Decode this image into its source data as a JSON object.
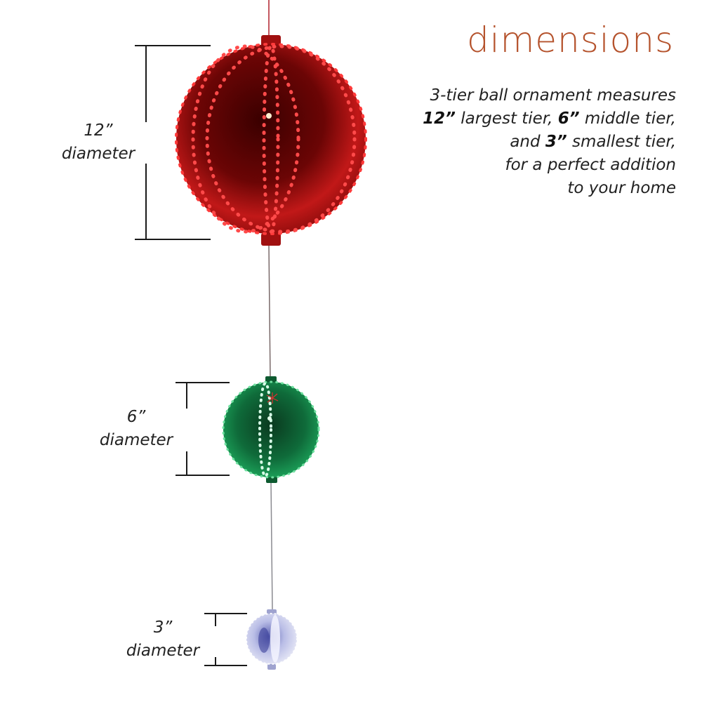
{
  "header": {
    "title": "dimensions",
    "title_color": "#b5532d"
  },
  "description": {
    "line1": "3-tier ball ornament measures",
    "line2": {
      "bold1": "12”",
      "text1": " largest tier, ",
      "bold2": "6”",
      "text2": " middle tier,"
    },
    "line3": {
      "text1": "and ",
      "bold1": "3”",
      "text2": " smallest tier,"
    },
    "line4": "for a perfect addition",
    "line5": "to your home"
  },
  "tiers": [
    {
      "name": "large",
      "size": "12”",
      "unit": "diameter",
      "color": "red",
      "hex": "#c81a1a"
    },
    {
      "name": "medium",
      "size": "6”",
      "unit": "diameter",
      "color": "green",
      "hex": "#138a4a"
    },
    {
      "name": "small",
      "size": "3”",
      "unit": "diameter",
      "color": "silver",
      "hex": "#c9cbe6"
    }
  ]
}
